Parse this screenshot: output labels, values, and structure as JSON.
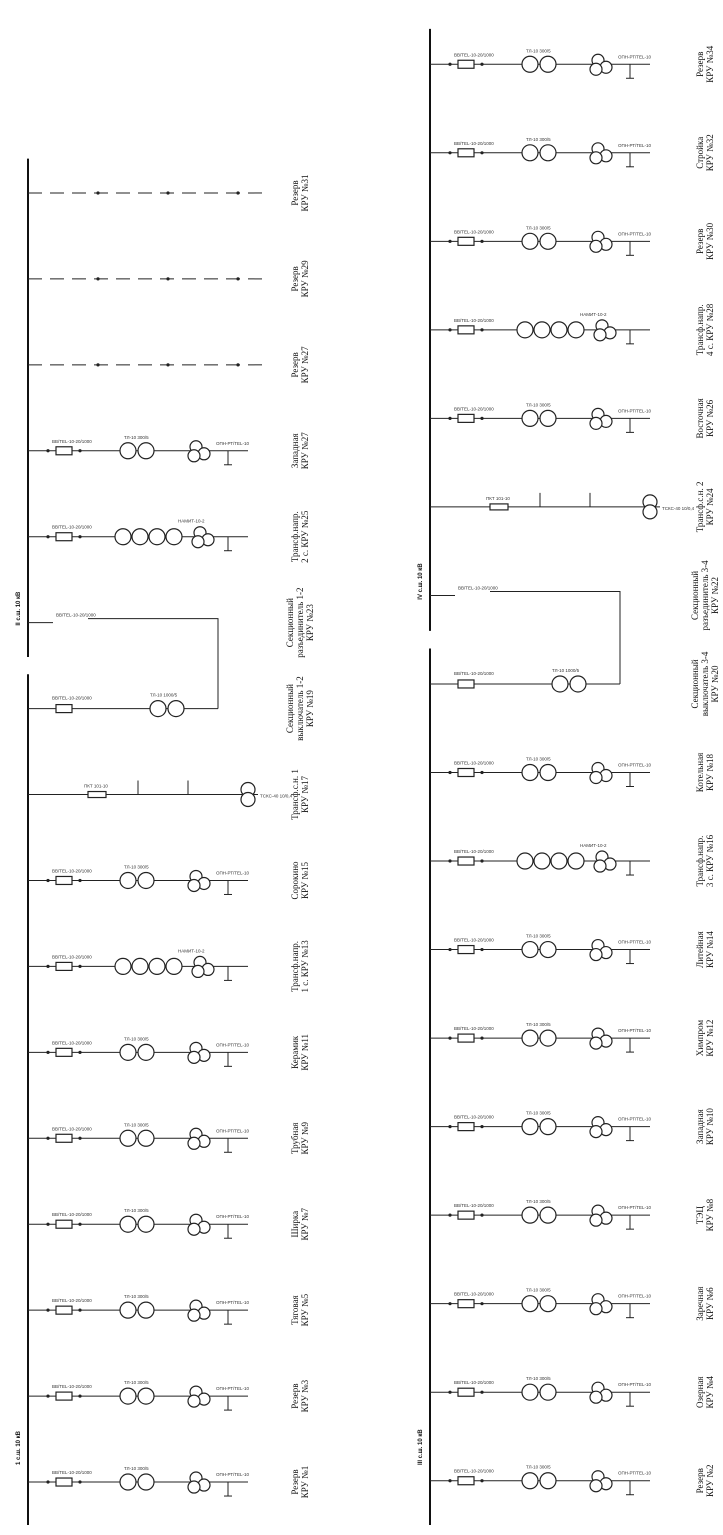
{
  "sections": [
    {
      "id": "left",
      "bus_label": "1 с.ш. 10 кВ",
      "bus_label_2": "II с.ш. 10 кВ",
      "feeders": [
        {
          "label": "Резерв\nКРУ №1",
          "type": "std"
        },
        {
          "label": "Резерв\nКРУ №3",
          "type": "std"
        },
        {
          "label": "Тяговая\nКРУ №5",
          "type": "std"
        },
        {
          "label": "Ширка\nКРУ №7",
          "type": "std"
        },
        {
          "label": "Трубная\nКРУ №9",
          "type": "std"
        },
        {
          "label": "Керамик\nКРУ №11",
          "type": "std"
        },
        {
          "label": "Трансф.напр.\n1 с. КРУ №13",
          "type": "vt"
        },
        {
          "label": "Сорокино\nКРУ №15",
          "type": "std"
        },
        {
          "label": "Трансф.с.н. 1\nКРУ №17",
          "type": "tsn"
        },
        {
          "label": "Секционный\nвыключатель 1-2\nКРУ №19",
          "type": "sv"
        },
        {
          "label": "Секционный\nразъединитель 1-2\nКРУ №23",
          "type": "sr"
        },
        {
          "label": "Трансф.напр.\n2 с. КРУ №25",
          "type": "vt"
        },
        {
          "label": "Западная\nКРУ №27",
          "type": "std"
        },
        {
          "label": "Резерв\nКРУ №27",
          "type": "spare"
        },
        {
          "label": "Резерв\nКРУ №29",
          "type": "spare"
        },
        {
          "label": "Резерв\nКРУ №31",
          "type": "spare"
        }
      ]
    },
    {
      "id": "right",
      "bus_label": "III с.ш. 10 кВ",
      "bus_label_2": "IV с.ш. 10 кВ",
      "feeders": [
        {
          "label": "Резерв\nКРУ №2",
          "type": "std"
        },
        {
          "label": "Озерная\nКРУ №4",
          "type": "std"
        },
        {
          "label": "Заречная\nКРУ №6",
          "type": "std"
        },
        {
          "label": "ТЭЦ\nКРУ №8",
          "type": "std"
        },
        {
          "label": "Западная\nКРУ №10",
          "type": "std"
        },
        {
          "label": "Химпром\nКРУ №12",
          "type": "std"
        },
        {
          "label": "Литейная\nКРУ №14",
          "type": "std"
        },
        {
          "label": "Трансф.напр.\n3 с. КРУ №16",
          "type": "vt"
        },
        {
          "label": "Котельная\nКРУ №18",
          "type": "std"
        },
        {
          "label": "Секционный\nвыключатель 3-4\nКРУ №20",
          "type": "sv"
        },
        {
          "label": "Секционный\nразъединитель 3-4\nКРУ №22",
          "type": "sr"
        },
        {
          "label": "Трансф.с.н. 2\nКРУ №24",
          "type": "tsn"
        },
        {
          "label": "Восточная\nКРУ №26",
          "type": "std"
        },
        {
          "label": "Трансф.напр.\n4 с. КРУ №28",
          "type": "vt"
        },
        {
          "label": "Резерв\nКРУ №30",
          "type": "std"
        },
        {
          "label": "Стройка\nКРУ №32",
          "type": "std"
        },
        {
          "label": "Резерв\nКРУ №34",
          "type": "std"
        }
      ]
    }
  ],
  "text_tags": {
    "breaker": "ВВ/TEL-10-20/1000",
    "ct": "ТЛ-10 300/5",
    "vt": "НАМИТ-10-2",
    "arrester": "ОПН-РТ/TEL-10",
    "fuse": "ПКТ 101-10",
    "tsn_trafo": "ТСКС-40 10/0,4",
    "sv_breaker": "ВВ/TEL-10-20/1000",
    "sv_ct": "ТЛ-10 1000/5"
  }
}
